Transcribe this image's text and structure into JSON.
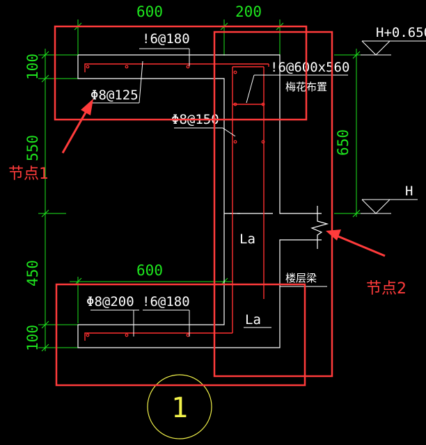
{
  "dims": {
    "top_left": "600",
    "top_right": "200",
    "elev_top": "H+0.650",
    "elev_bottom": "H",
    "left_top": "100",
    "left_mid": "550",
    "left_low": "450",
    "left_bottom": "100",
    "right_mid": "650",
    "bottom_width": "600"
  },
  "notes": {
    "top_rebar": "!6@180",
    "top_stirrup": "Φ8@125",
    "vertical_stirrup": "Φ8@150",
    "mesh": "!6@600x560",
    "mesh_cn": "梅花布置",
    "la_upper": "La",
    "la_lower": "La",
    "floor_beam": "楼层梁",
    "bottom_stirrup": "Φ8@200",
    "bottom_rebar": "!6@180",
    "section_no": "1"
  },
  "callouts": {
    "node1": "节点1",
    "node2": "节点2"
  },
  "colors": {
    "dimension": "#1ee61e",
    "outline": "#ffffff",
    "rebar": "#ff3030",
    "highlight": "#ff3b3b",
    "section_circle": "#f2f24a"
  }
}
